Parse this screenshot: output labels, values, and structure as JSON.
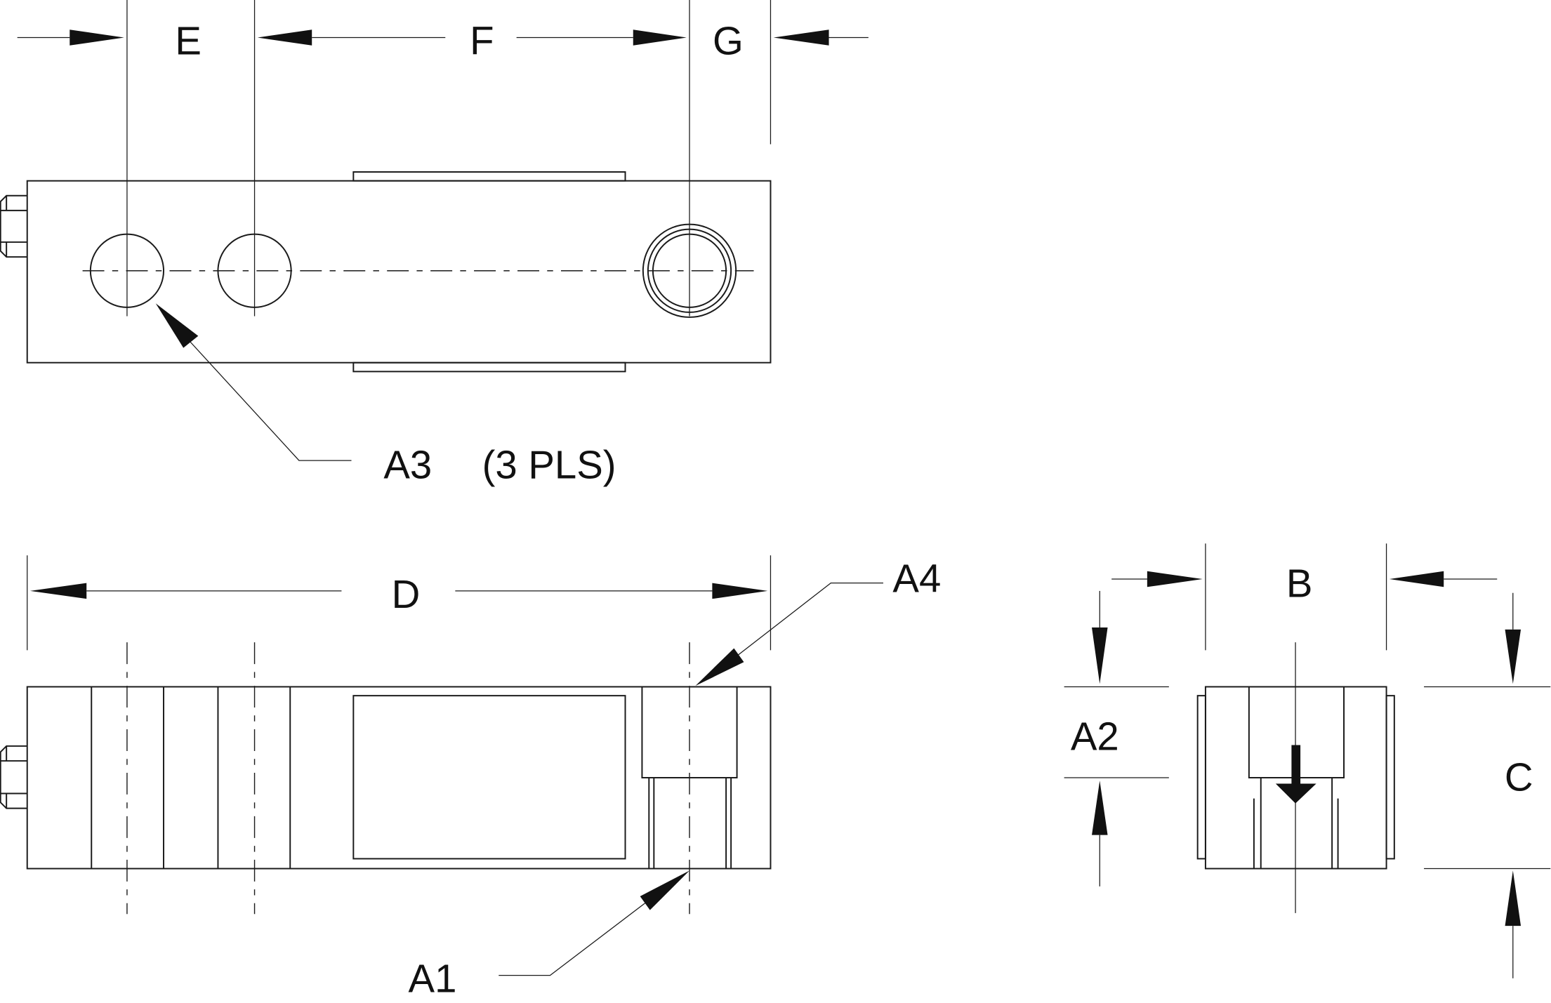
{
  "labels": {
    "E": "E",
    "F": "F",
    "G": "G",
    "A3": "A3",
    "A3_note": "(3 PLS)",
    "D": "D",
    "A4": "A4",
    "A1": "A1",
    "B": "B",
    "A2": "A2",
    "C": "C"
  },
  "colors": {
    "line": "#1a1a1a",
    "background": "#ffffff"
  }
}
